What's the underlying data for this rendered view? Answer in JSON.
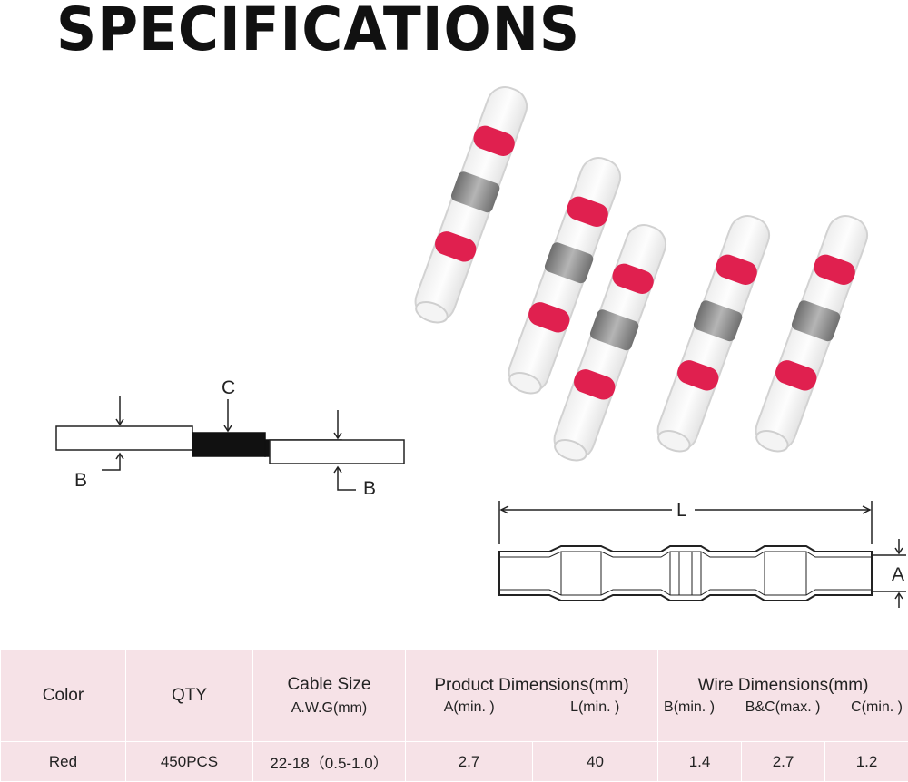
{
  "title": "SPECIFICATIONS",
  "diagram_labels": {
    "c": "C",
    "b_left": "B",
    "b_right": "B",
    "l": "L",
    "a": "A"
  },
  "colors": {
    "sleeve_ring": "#e0204f",
    "solder_band": "#8a8a8a",
    "table_bg": "#f6e2e7"
  },
  "table": {
    "headers": {
      "color": "Color",
      "qty": "QTY",
      "cable_size": "Cable Size",
      "cable_size_sub": "A.W.G(mm)",
      "product_dimensions": "Product Dimensions(mm)",
      "a_min": "A(min. )",
      "l_min": "L(min. )",
      "wire_dimensions": "Wire Dimensions(mm)",
      "b_min": "B(min. )",
      "bc_max": "B&C(max. )",
      "c_min": "C(min. )"
    },
    "row": {
      "color": "Red",
      "qty": "450PCS",
      "cable_size": "22-18（0.5-1.0）",
      "a": "2.7",
      "l": "40",
      "b": "1.4",
      "bc": "2.7",
      "c": "1.2"
    }
  }
}
